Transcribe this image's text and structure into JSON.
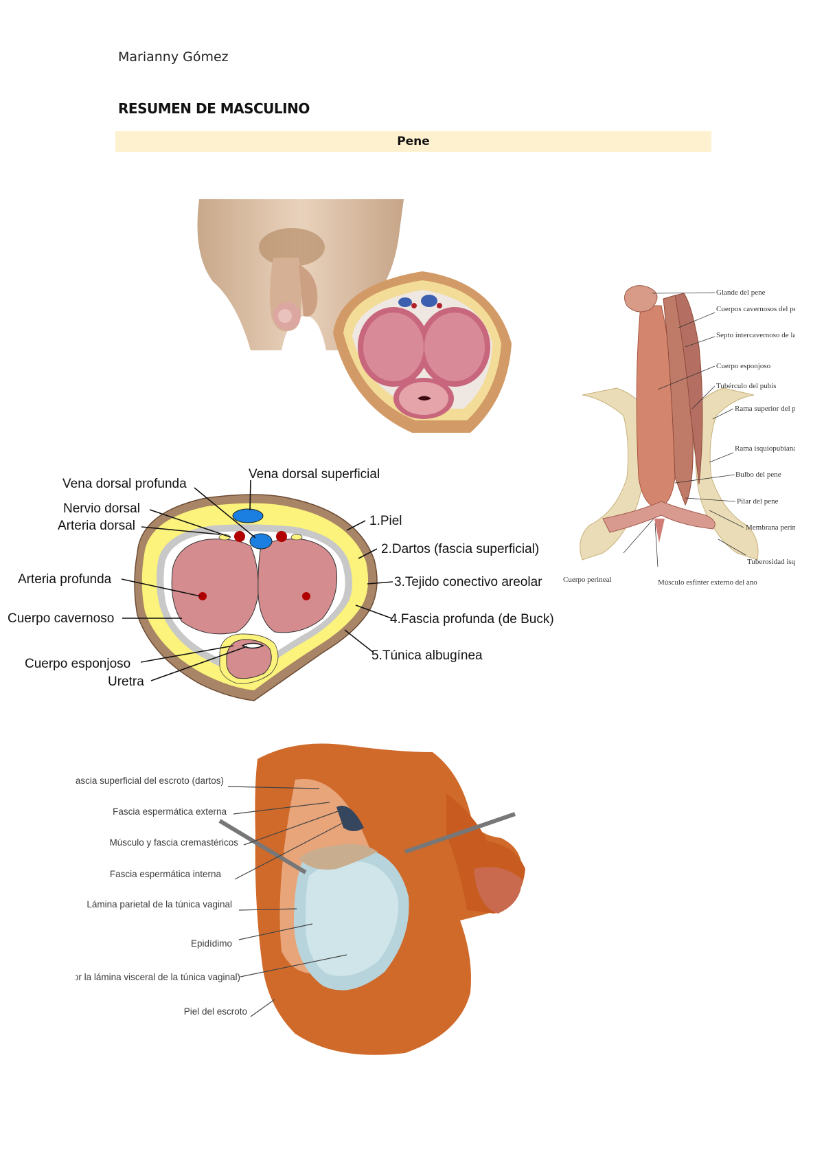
{
  "header": {
    "author": "Marianny Gómez",
    "title": "RESUMEN DE MASCULINO",
    "section": "Pene"
  },
  "cross_section": {
    "left_labels": [
      "Vena dorsal profunda",
      "Nervio dorsal",
      "Arteria dorsal",
      "Arteria profunda",
      "Cuerpo cavernoso",
      "Cuerpo esponjoso",
      "Uretra"
    ],
    "top_label": "Vena dorsal superficial",
    "right_labels": [
      "1.Piel",
      "2.Dartos (fascia superficial)",
      "3.Tejido conectivo areolar",
      "4.Fascia profunda (de Buck)",
      "5.Túnica albugínea"
    ]
  },
  "penis_structure": {
    "labels": [
      "Glande del pene",
      "Cuerpos cavernosos del pene",
      "Septo intercavernoso de la fascia profunda (de Buck)",
      "Cuerpo esponjoso",
      "Tubérculo del pubis",
      "Rama superior del pubis",
      "Rama isquiopubiana",
      "Bulbo del pene",
      "Pilar del pene",
      "Membrana perineal",
      "Tuberosidad isquiática"
    ],
    "bottom_labels": [
      "Cuerpo perineal",
      "Músculo esfínter externo del ano"
    ]
  },
  "scrotum": {
    "labels": [
      "Fascia superficial del escroto (dartos)",
      "Fascia espermática externa",
      "Músculo y fascia cremastéricos",
      "Fascia espermática interna",
      "Lámina parietal de la túnica vaginal",
      "Epidídimo",
      "Testículo (cubierto por la lámina visceral de la túnica vaginal)",
      "Piel del escroto"
    ]
  },
  "colors": {
    "section_bar": "#fdf1cf",
    "cavernous": "#d48c8e",
    "fat_layer": "#fbf37b",
    "vein": "#1a7fe0",
    "artery": "#b00000"
  }
}
